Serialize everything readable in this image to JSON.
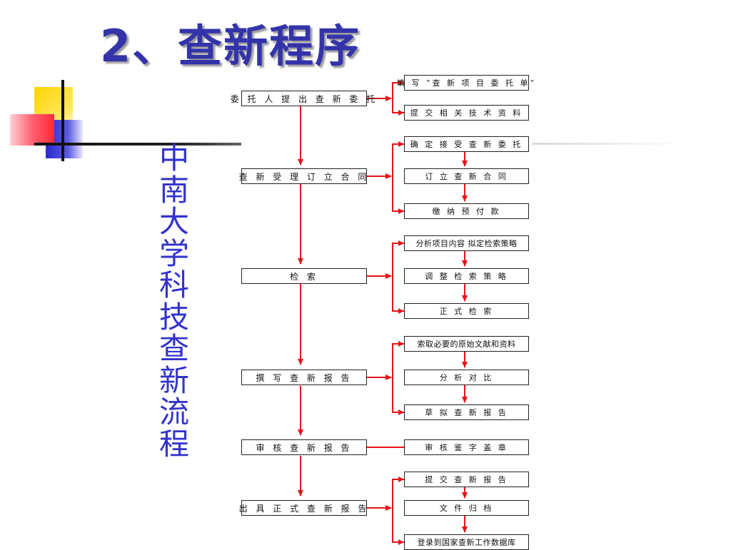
{
  "page": {
    "title": "2、查新程序",
    "vertical_title": "中南大学科技查新流程"
  },
  "flow": {
    "steps": [
      {
        "label": "委 托 人 提 出 查 新 委 托",
        "subs": [
          "填 写 “查 新 项 目 委 托 单”",
          "提 交 相 关 技 术 资 料"
        ]
      },
      {
        "label": "查 新 受 理   订 立 合 同",
        "subs": [
          "确 定 接 受 查 新 委 托",
          "订   立   查   新   合   同",
          "缴     纳     预     付     款"
        ]
      },
      {
        "label": "检             索",
        "subs": [
          "分析项目内容  拟定检索策略",
          "调   整   检   索   策   略",
          "正       式       检       索"
        ]
      },
      {
        "label": "撰 写 查 新 报 告",
        "subs": [
          "索取必要的原始文献和资料",
          "分         析         对         比",
          "草   拟   查   新   报   告"
        ]
      },
      {
        "label": "审 核 查 新 报 告",
        "subs": [
          "审 核     鉴 字     盖 章"
        ]
      },
      {
        "label": "出 具 正 式 查 新 报 告",
        "subs": [
          "提   交   查   新   报   告",
          "文         件         归         档",
          "登录到国家查新工作数据库"
        ]
      }
    ]
  },
  "colors": {
    "title": "#3333aa",
    "vertical_title": "#3333cc",
    "arrow": "#e8141a",
    "deco_yellow": "#ffd200",
    "deco_blue": "#3333cc",
    "deco_red": "#ff3344"
  }
}
